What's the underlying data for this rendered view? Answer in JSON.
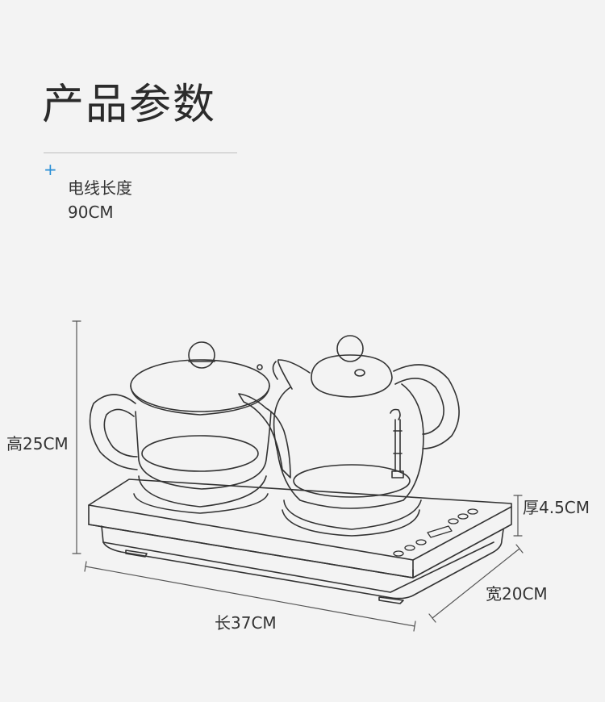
{
  "section": {
    "title": "产品参数"
  },
  "specs": [
    {
      "label": "电线长度",
      "value": "90CM"
    }
  ],
  "dimensions": {
    "height": "高25CM",
    "thickness": "厚4.5CM",
    "width": "宽20CM",
    "length": "长37CM"
  },
  "colors": {
    "background": "#f3f3f3",
    "accent": "#2a8fd6",
    "line": "#333333"
  },
  "icons": {
    "bullet": "plus-icon"
  }
}
